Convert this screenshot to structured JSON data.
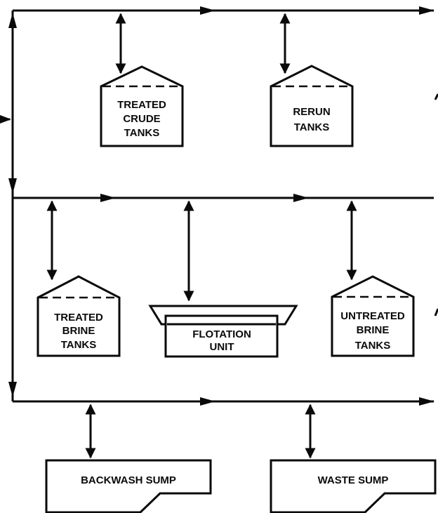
{
  "diagram": {
    "tanks": {
      "treated_crude": [
        "TREATED",
        "CRUDE",
        "TANKS"
      ],
      "rerun": [
        "RERUN",
        "TANKS"
      ],
      "treated_brine": [
        "TREATED",
        "BRINE",
        "TANKS"
      ],
      "untreated_brine": [
        "UNTREATED",
        "BRINE",
        "TANKS"
      ]
    },
    "flotation_unit": [
      "FLOTATION",
      "UNIT"
    ],
    "sumps": {
      "backwash": "BACKWASH SUMP",
      "waste": "WASTE SUMP"
    }
  }
}
